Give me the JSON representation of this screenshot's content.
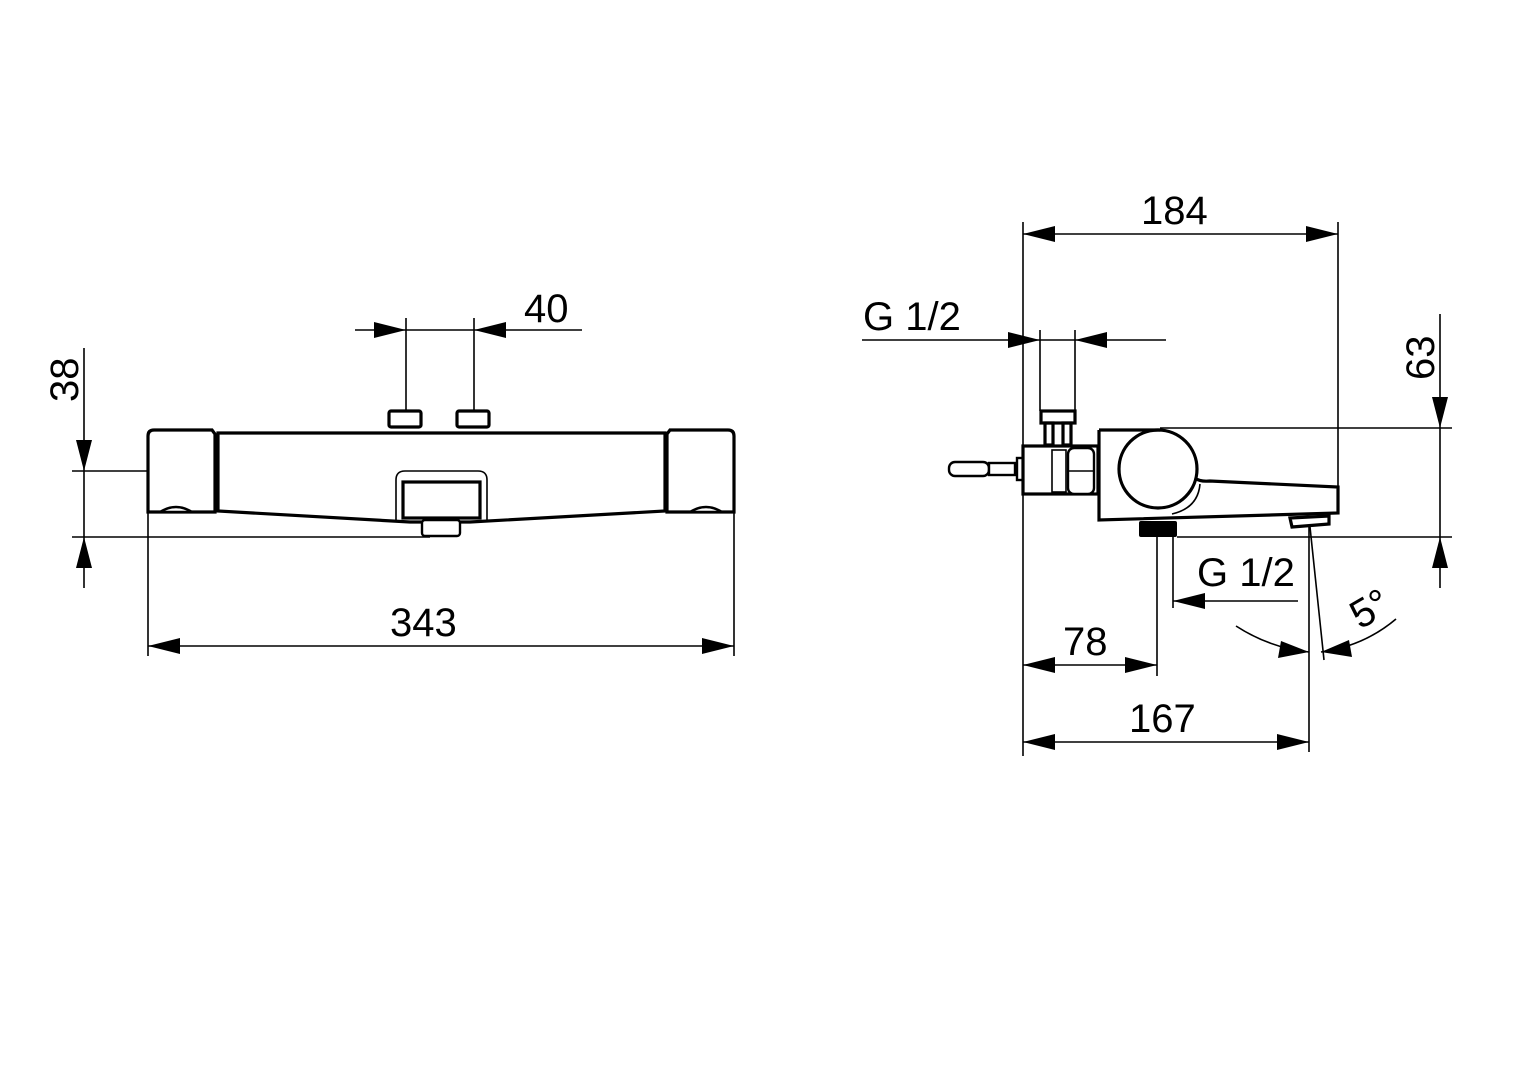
{
  "drawing": {
    "front_view": {
      "width_label": "343",
      "height_label": "38",
      "inlet_spacing_label": "40"
    },
    "side_view": {
      "depth_label": "184",
      "inlet_thread_label": "G 1/2",
      "outlet_thread_label": "G 1/2",
      "height_label": "63",
      "outlet_offset_label": "78",
      "spout_depth_label": "167",
      "spout_angle_label": "5°"
    },
    "colors": {
      "line": "#000000",
      "background": "#ffffff"
    }
  }
}
